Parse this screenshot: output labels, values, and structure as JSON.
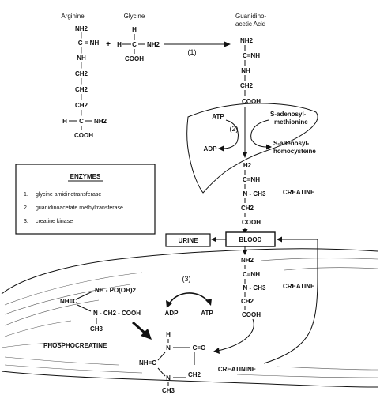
{
  "compounds": {
    "arginine": {
      "title": "Arginine",
      "rows": [
        "NH2",
        "|",
        "C = NH",
        "|",
        "NH",
        "|",
        "CH2",
        "|",
        "CH2",
        "|",
        "CH2",
        "|"
      ],
      "alpha_h": "H",
      "alpha_c": "C",
      "alpha_nh2": "NH2",
      "cooh": "COOH"
    },
    "plus": "+",
    "glycine": {
      "title": "Glycine",
      "h": "H",
      "left_h": "H",
      "c": "C",
      "nh2": "NH2",
      "cooh": "COOH"
    },
    "guanidinoacetate": {
      "title_line1": "Guanidino-",
      "title_line2": "acetic Acid",
      "rows": [
        "NH2",
        "C=NH",
        "NH",
        "CH2",
        "COOH"
      ]
    },
    "creatine_liver": {
      "label": "CREATINE",
      "rows": [
        "H2",
        "C=NH",
        "N - CH3",
        "CH2",
        "COOH"
      ]
    },
    "creatine_muscle": {
      "label": "CREATINE",
      "rows": [
        "NH2",
        "C=NH",
        "N - CH3",
        "CH2",
        "COOH"
      ]
    },
    "phosphocreatine": {
      "label": "PHOSPHOCREATINE",
      "nh_eq_c": "NH=C",
      "nh_po": "NH - PO(OH)2",
      "n_chain": "N - CH2 - COOH",
      "ch3": "CH3"
    },
    "creatinine": {
      "label": "CREATININE",
      "h": "H",
      "n_top": "N",
      "c_eq_o": "C=O",
      "nh_eq_c": "NH=C",
      "n_bottom": "N",
      "ch2": "CH2",
      "ch3": "CH3"
    }
  },
  "reactions": {
    "r1": "(1)",
    "r2": "(2)",
    "r3": "(3)",
    "atp_liver": "ATP",
    "adp_liver": "ADP",
    "s_adenosyl_meth_1": "S-adenosyl-",
    "s_adenosyl_meth_2": "methionine",
    "s_adenosyl_hcy_1": "S-adenosyl-",
    "s_adenosyl_hcy_2": "homocysteine",
    "adp_muscle": "ADP",
    "atp_muscle": "ATP"
  },
  "compartments": {
    "urine": "URINE",
    "blood": "BLOOD"
  },
  "enzymes": {
    "title": "ENZYMES",
    "items": [
      {
        "num": "1.",
        "name": "glycine amidinotransferase"
      },
      {
        "num": "2.",
        "name": "guanidinoacetate methyltransferase"
      },
      {
        "num": "3.",
        "name": "creatine kinase"
      }
    ]
  }
}
